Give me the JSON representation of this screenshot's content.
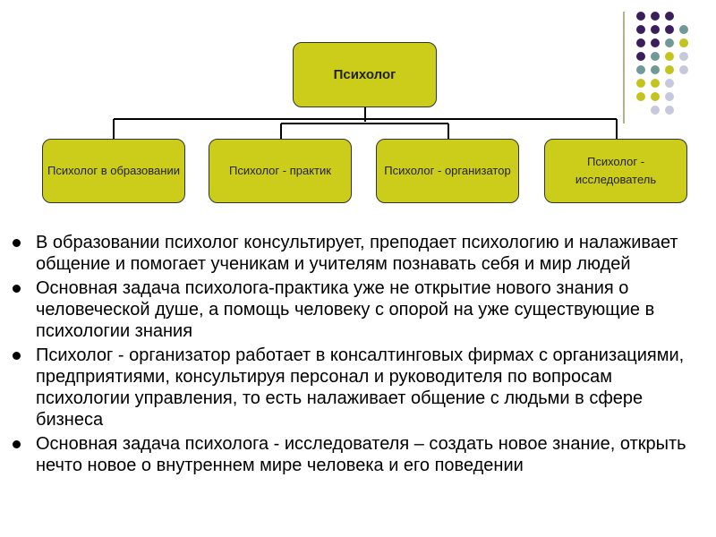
{
  "diagram": {
    "root": {
      "label": "Психолог"
    },
    "children": [
      {
        "label": "Психолог в образовании"
      },
      {
        "label": "Психолог - практик"
      },
      {
        "label": "Психолог - организатор"
      },
      {
        "label": "Психолог - исследователь"
      }
    ]
  },
  "bullets": [
    "В образовании психолог консультирует, преподает психологию и налаживает общение и помогает ученикам и учителям познавать себя и мир людей",
    "Основная задача психолога-практика уже не открытие нового знания о человеческой душе, а  помощь человеку с опорой на уже существующие в психологии знания",
    "Психолог - организатор  работает в консалтинговых фирмах с организациями, предприятиями, консультируя персонал и руководителя по вопросам психологии управления, то есть налаживает общение с людьми в сфере бизнеса",
    "Основная задача психолога - исследователя – создать новое знание, открыть нечто новое о внутреннем мире человека и его поведении"
  ],
  "colors": {
    "box_fill": "#cccc1a",
    "box_border": "#333333",
    "dot_purple": "#3b1f5c",
    "dot_teal": "#6f9a96",
    "dot_olive": "#c4c41f",
    "dot_lavender": "#c8c8dc"
  }
}
